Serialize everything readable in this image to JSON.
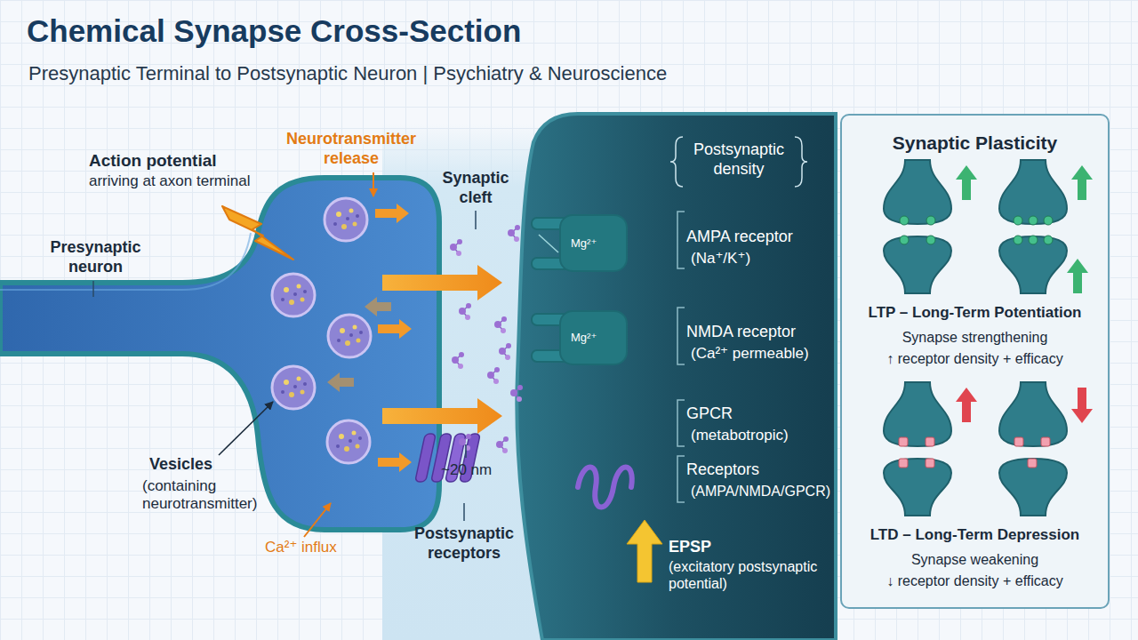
{
  "diagram": {
    "title": "Chemical Synapse Cross-Section",
    "caption": "Presynaptic Terminal to Postsynaptic Neuron | Psychiatry & Neuroscience",
    "nodes": [
      {
        "text": [
          "Synaptic Plasticity",
          "LTP – Long-Term Potentiation",
          "Synapse strengthening",
          "↑ receptor density + efficacy",
          "LTD – Long-Term Depression",
          "Synapse weakening",
          "↓ receptor density + efficacy"
        ]
      }
    ],
    "labels": [
      "Action potential",
      "arriving at axon terminal",
      "Neurotransmitter release",
      "Presynaptic neuron",
      "Synaptic cleft",
      "Vesicles",
      "(containing neurotransmitter)",
      "Ca²⁺ influx",
      "~20 nm",
      "Postsynaptic receptors",
      "Postsynaptic density",
      "Mg²⁺",
      "AMPA receptor",
      "(Na⁺/K⁺)",
      "Mg²⁺",
      "NMDA receptor",
      "(Ca²⁺ permeable)",
      "GPCR",
      "(metabotropic)",
      "Receptors",
      "(AMPA/NMDA/GPCR)",
      "EPSP",
      "(excitatory postsynaptic potential)"
    ]
  }
}
